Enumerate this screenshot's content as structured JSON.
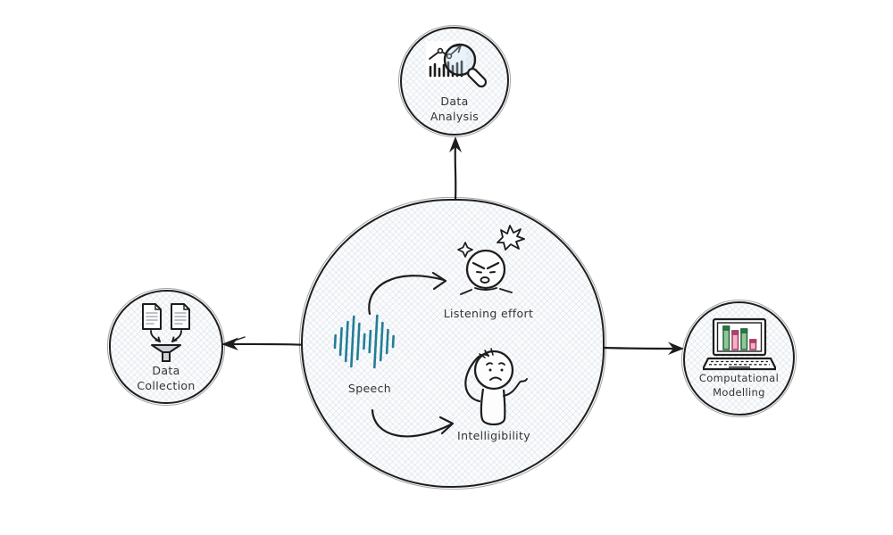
{
  "diagram": {
    "kind": "hand-drawn concept diagram",
    "colors": {
      "background": "#ffffff",
      "ink": "#1d1d1d",
      "node_fill": "#fbfcfd",
      "crosshatch": "#97a6ba",
      "waveform_teal": "#227d98",
      "funnel_gray": "#ccd2d8",
      "doc_line_gray": "#a6adb5",
      "bar_green": "#8fc79a",
      "bar_green_dark": "#2a7a4a",
      "bar_pink": "#f3b3c8",
      "bar_pink_dark": "#b44568",
      "lens_blue": "#bed7eb"
    },
    "nodes": {
      "center": {
        "speech": "Speech",
        "listening_effort": "Listening effort",
        "intelligibility": "Intelligibility",
        "icons": [
          "speech-waveform-icon",
          "angry-face-icon",
          "confused-person-icon"
        ]
      },
      "top": {
        "line1": "Data",
        "line2": "Analysis",
        "icon": "chart-magnifier-icon"
      },
      "left": {
        "line1": "Data",
        "line2": "Collection",
        "icon": "documents-funnel-icon"
      },
      "right": {
        "line1": "Computational",
        "line2": "Modelling",
        "icon": "laptop-chart-icon"
      }
    },
    "connectors": [
      {
        "from": "center",
        "to": "top"
      },
      {
        "from": "center",
        "to": "left"
      },
      {
        "from": "center",
        "to": "right"
      }
    ]
  }
}
